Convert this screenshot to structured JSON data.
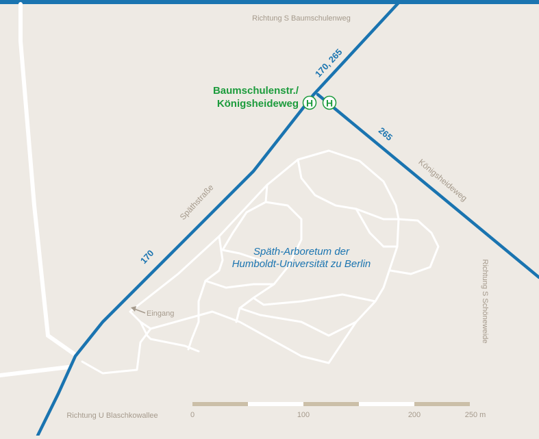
{
  "map": {
    "directions": {
      "north": "Richtung S Baumschulenweg",
      "east": "Richtung S Schöneweide",
      "south_west": "Richtung U Blaschkowallee"
    },
    "streets": {
      "spaethstrasse": "Späthstraße",
      "koenigsheideweg": "Königsheideweg"
    },
    "routes": {
      "main_north": "170, 265",
      "main_south": "170",
      "branch_east": "265"
    },
    "stop": {
      "name_line1": "Baumschulenstr./",
      "name_line2": "Königsheideweg",
      "symbol": "H",
      "color": "#1c9b3c"
    },
    "park": {
      "name_line1": "Späth-Arboretum der",
      "name_line2": "Humboldt-Universität zu Berlin"
    },
    "entrance": "Eingang",
    "scale_bar": {
      "ticks": [
        "0",
        "100",
        "200",
        "250 m"
      ]
    },
    "colors": {
      "background": "#eeeae4",
      "bus_line": "#1a74b0",
      "top_bar": "#1a74b0",
      "label_grey": "#a59a8c",
      "scale_tan": "#cbbfa8"
    }
  }
}
